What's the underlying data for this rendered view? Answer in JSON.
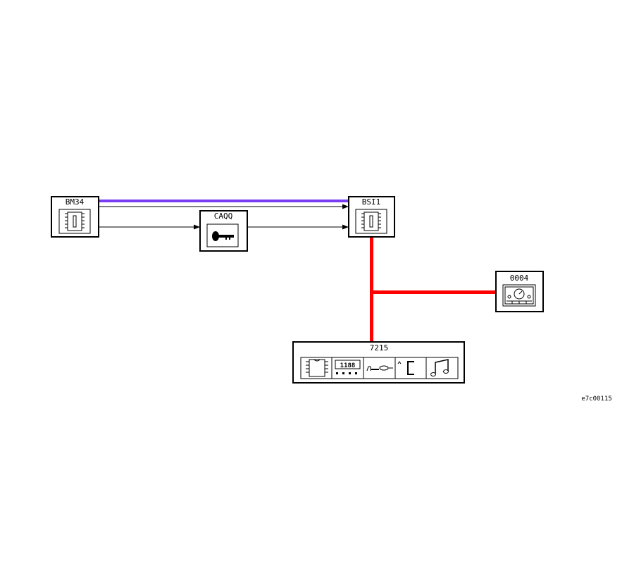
{
  "components": {
    "bm34": {
      "label": "BM34",
      "icon": "fuse-relay-icon"
    },
    "caqq": {
      "label": "CAQQ",
      "icon": "key-icon"
    },
    "bsi1": {
      "label": "BSI1",
      "icon": "fuse-relay-icon"
    },
    "d004": {
      "label": "0004",
      "icon": "dashboard-gauge-icon"
    },
    "c7215": {
      "label": "7215",
      "cells": [
        {
          "icon": "ecu-chip-icon"
        },
        {
          "icon": "digital-display-icon",
          "text": "1188"
        },
        {
          "icon": "wiper-icon"
        },
        {
          "icon": "door-icon"
        },
        {
          "icon": "music-note-icon"
        }
      ]
    }
  },
  "links": [
    {
      "from": "BM34",
      "to": "BSI1",
      "type": "multiplexed-bus",
      "color": "#7a3cf2"
    },
    {
      "from": "BM34",
      "to": "BSI1",
      "type": "wire",
      "color": "#000000"
    },
    {
      "from": "BM34",
      "to": "CAQQ",
      "type": "wire",
      "color": "#000000"
    },
    {
      "from": "CAQQ",
      "to": "BSI1",
      "type": "wire",
      "color": "#000000"
    },
    {
      "from": "BSI1",
      "to": "0004",
      "type": "can-bus",
      "color": "#ff0000"
    },
    {
      "from": "BSI1",
      "to": "7215",
      "type": "can-bus",
      "color": "#ff0000"
    }
  ],
  "reference": "e7c00115"
}
